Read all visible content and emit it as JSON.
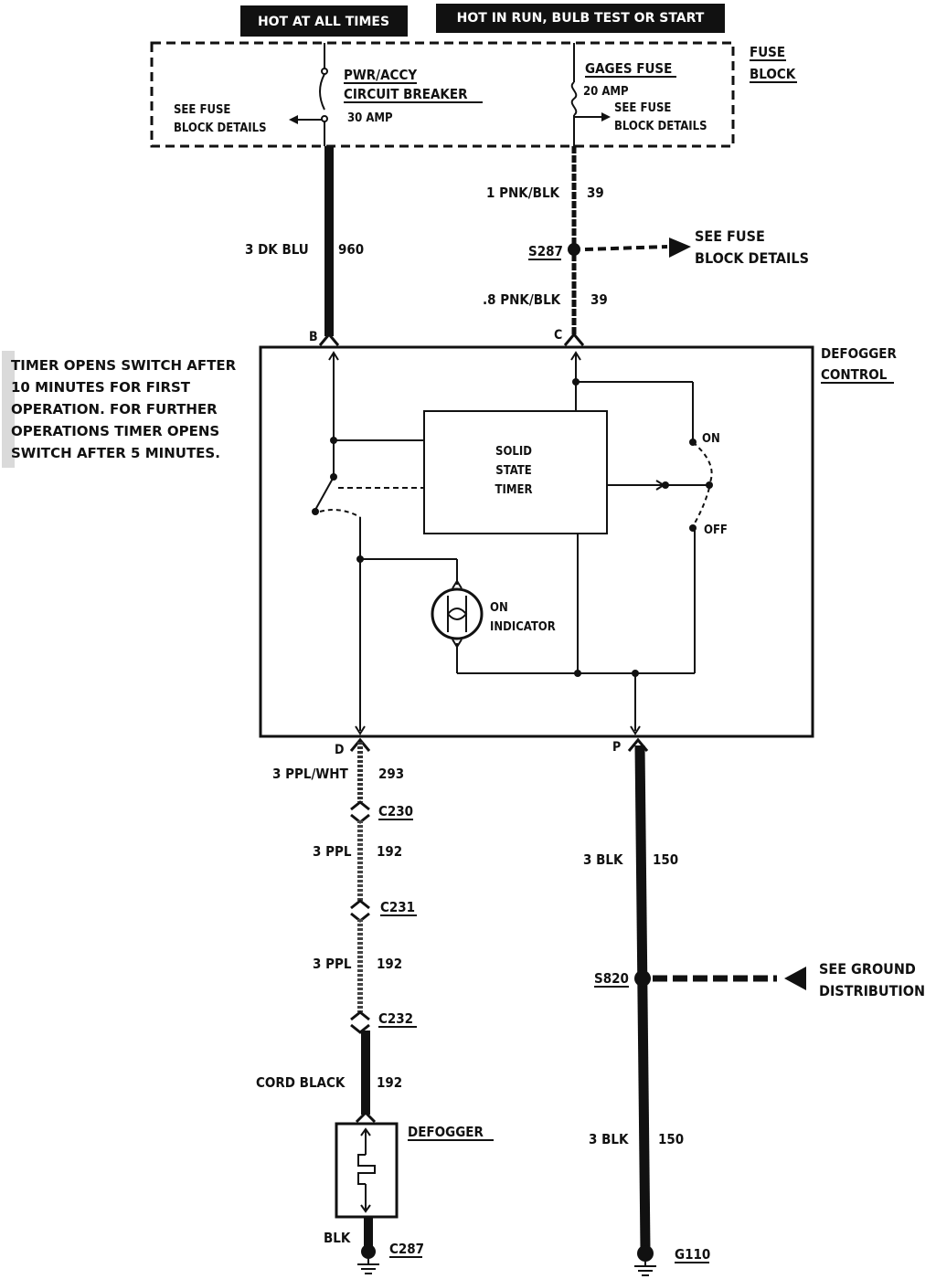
{
  "banners": {
    "hot_at_all_times": "HOT AT ALL TIMES",
    "hot_in_run": "HOT IN RUN, BULB TEST OR START"
  },
  "fuse_block": {
    "label_line1": "FUSE",
    "label_line2": "BLOCK",
    "breaker_name_line1": "PWR/ACCY",
    "breaker_name_line2": "CIRCUIT BREAKER",
    "breaker_rating": "30 AMP",
    "breaker_see_line1": "SEE FUSE",
    "breaker_see_line2": "BLOCK DETAILS",
    "fuse_name": "GAGES FUSE",
    "fuse_rating": "20 AMP",
    "fuse_see_line1": "SEE FUSE",
    "fuse_see_line2": "BLOCK DETAILS"
  },
  "wires": {
    "left_top_gauge_color": "3 DK BLU",
    "left_top_circuit": "960",
    "right_top1_gauge_color": "1 PNK/BLK",
    "right_top1_circuit": "39",
    "right_top2_gauge_color": ".8 PNK/BLK",
    "right_top2_circuit": "39",
    "d_wire_gauge_color": "3 PPL/WHT",
    "d_wire_circuit": "293",
    "ppl1_gauge_color": "3 PPL",
    "ppl1_circuit": "192",
    "ppl2_gauge_color": "3 PPL",
    "ppl2_circuit": "192",
    "cord_gauge_color": "CORD BLACK",
    "cord_circuit": "192",
    "p_wire1_gauge_color": "3 BLK",
    "p_wire1_circuit": "150",
    "p_wire2_gauge_color": "3 BLK",
    "p_wire2_circuit": "150",
    "defogger_ground": "BLK"
  },
  "splices": {
    "s287": "S287",
    "s287_see_line1": "SEE FUSE",
    "s287_see_line2": "BLOCK DETAILS",
    "s820": "S820",
    "s820_see_line1": "SEE GROUND",
    "s820_see_line2": "DISTRIBUTION"
  },
  "connectors": {
    "c230": "C230",
    "c231": "C231",
    "c232": "C232",
    "c287": "C287",
    "g110": "G110"
  },
  "defogger_control": {
    "label_line1": "DEFOGGER",
    "label_line2": "CONTROL",
    "pin_b": "B",
    "pin_c": "C",
    "pin_d": "D",
    "pin_p": "P",
    "timer_line1": "SOLID",
    "timer_line2": "STATE",
    "timer_line3": "TIMER",
    "switch_on": "ON",
    "switch_off": "OFF",
    "indicator_line1": "ON",
    "indicator_line2": "INDICATOR"
  },
  "defogger": {
    "label": "DEFOGGER"
  },
  "timer_note": {
    "line1": "TIMER OPENS SWITCH AFTER",
    "line2": "10 MINUTES FOR FIRST",
    "line3": "OPERATION. FOR FURTHER",
    "line4": "OPERATIONS TIMER OPENS",
    "line5": "SWITCH AFTER 5 MINUTES."
  }
}
